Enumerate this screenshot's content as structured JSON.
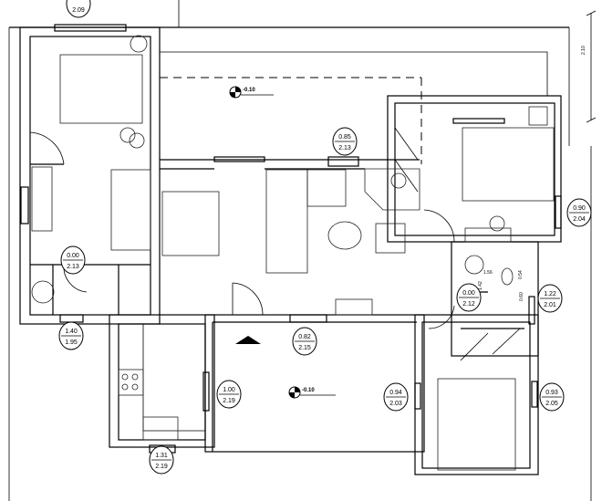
{
  "plan": {
    "level_markers": [
      "-0.10",
      "-0.10"
    ],
    "dimensions": {
      "right_height": "2.10",
      "bath_1": "1.56",
      "bath_2": "0.54",
      "bath_3": "1.42",
      "bath_4": "0.60"
    },
    "opening_tags": [
      {
        "sill": "",
        "height": "2.09"
      },
      {
        "sill": "0.85",
        "height": "2.13"
      },
      {
        "sill": "0.90",
        "height": "2.04"
      },
      {
        "sill": "0.00",
        "height": "2.13"
      },
      {
        "sill": "0.00",
        "height": "2.12"
      },
      {
        "sill": "1.22",
        "height": "2.01"
      },
      {
        "sill": "1.40",
        "height": "1.95"
      },
      {
        "sill": "0.82",
        "height": "2.15"
      },
      {
        "sill": "1.00",
        "height": "2.19"
      },
      {
        "sill": "0.94",
        "height": "2.03"
      },
      {
        "sill": "0.93",
        "height": "2.05"
      },
      {
        "sill": "1.31",
        "height": "2.19"
      }
    ]
  }
}
